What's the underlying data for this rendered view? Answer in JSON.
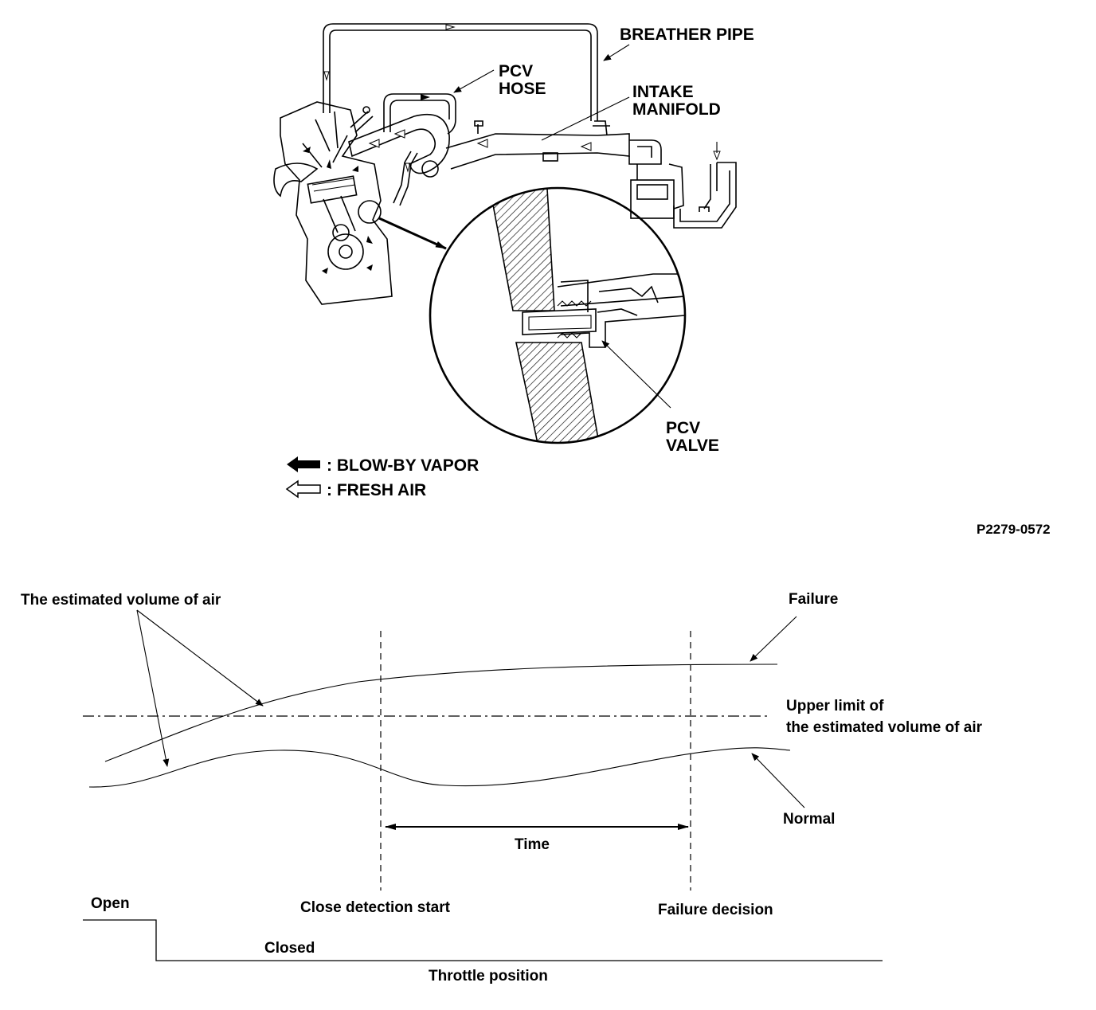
{
  "pcv_diagram": {
    "labels": {
      "breather_pipe": "BREATHER PIPE",
      "pcv_hose_1": "PCV",
      "pcv_hose_2": "HOSE",
      "intake_manifold_1": "INTAKE",
      "intake_manifold_2": "MANIFOLD",
      "pcv_valve_1": "PCV",
      "pcv_valve_2": "VALVE"
    },
    "legend": [
      {
        "icon": "solid-arrow-icon",
        "label": ": BLOW-BY VAPOR"
      },
      {
        "icon": "outline-arrow-icon",
        "label": ": FRESH AIR"
      }
    ],
    "figure_code": "P2279-0572"
  },
  "timing_chart": {
    "labels": {
      "estimated_volume": "The estimated volume of air",
      "failure": "Failure",
      "upper_limit_1": "Upper limit of",
      "upper_limit_2": "the estimated volume of air",
      "normal": "Normal",
      "time": "Time",
      "close_detection_start": "Close detection start",
      "failure_decision": "Failure decision",
      "open": "Open",
      "closed": "Closed",
      "throttle_position": "Throttle position"
    }
  }
}
